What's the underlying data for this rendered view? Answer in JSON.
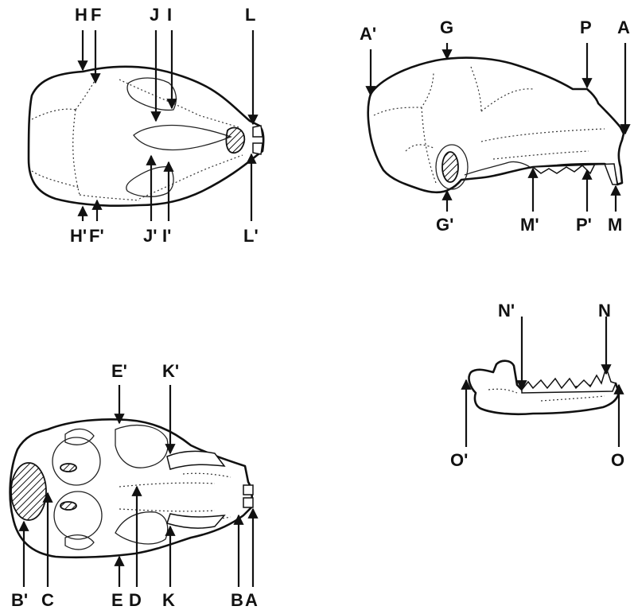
{
  "colors": {
    "ink": "#111111",
    "background": "#ffffff"
  },
  "views": {
    "dorsal": {
      "labels_top": [
        "H",
        "F",
        "J",
        "I",
        "L"
      ],
      "labels_bottom": [
        "H'",
        "F'",
        "J'",
        "I'",
        "L'"
      ]
    },
    "lateral": {
      "labels_top": [
        "A'",
        "G",
        "P",
        "A"
      ],
      "labels_bottom": [
        "G'",
        "M'",
        "P'",
        "M"
      ]
    },
    "ventral": {
      "labels_top": [
        "E'",
        "K'"
      ],
      "labels_bottom": [
        "B'",
        "C",
        "E",
        "D",
        "K",
        "B",
        "A"
      ]
    },
    "mandible": {
      "labels_top": [
        "N'",
        "N"
      ],
      "labels_bottom": [
        "O'",
        "O"
      ]
    }
  }
}
